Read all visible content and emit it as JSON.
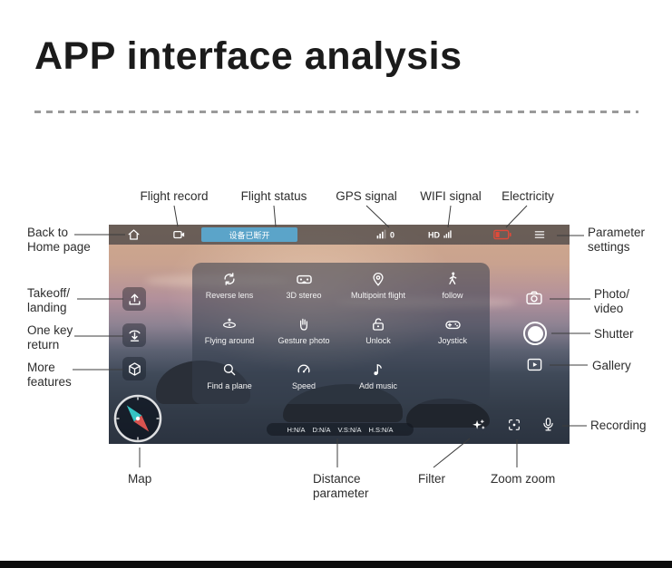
{
  "page": {
    "title": "APP interface analysis"
  },
  "colors": {
    "battery": "#e04a3a",
    "status-pill": "#5ba4c9",
    "compass-n": "#35c4c4",
    "compass-s": "#d9534f"
  },
  "callouts": {
    "top": [
      "Flight record",
      "Flight status",
      "GPS signal",
      "WIFI signal",
      "Electricity"
    ],
    "back_home": [
      "Back to",
      "Home page"
    ],
    "takeoff": [
      "Takeoff/",
      "landing"
    ],
    "one_key": [
      "One key",
      "return"
    ],
    "more": [
      "More",
      "features"
    ],
    "param": [
      "Parameter",
      "settings"
    ],
    "photo_video": [
      "Photo/",
      "video"
    ],
    "shutter": "Shutter",
    "gallery": "Gallery",
    "recording": "Recording",
    "map": "Map",
    "distance": [
      "Distance",
      "parameter"
    ],
    "filter": "Filter",
    "zoom": "Zoom zoom"
  },
  "app": {
    "status_bar": {
      "device_status": "设备已断开",
      "gps_value": "0",
      "hd_label": "HD"
    },
    "menu_rows": [
      [
        "Reverse lens",
        "3D stereo",
        "Multipoint flight",
        "follow"
      ],
      [
        "Flying around",
        "Gesture photo",
        "Unlock",
        "Joystick"
      ],
      [
        "Find a plane",
        "Speed",
        "Add music"
      ]
    ],
    "telemetry": [
      "H:N/A",
      "D:N/A",
      "V.S:N/A",
      "H.S:N/A"
    ]
  },
  "icons": [
    "home-icon",
    "flight-record-icon",
    "gps-signal-icon",
    "wifi-signal-icon",
    "battery-icon",
    "parameter-settings-icon",
    "takeoff-landing-icon",
    "one-key-return-icon",
    "more-features-icon",
    "reverse-lens-icon",
    "3d-stereo-icon",
    "multipoint-flight-icon",
    "follow-icon",
    "flying-around-icon",
    "gesture-photo-icon",
    "unlock-icon",
    "joystick-icon",
    "find-a-plane-icon",
    "speed-icon",
    "add-music-icon",
    "photo-video-icon",
    "shutter-button",
    "gallery-icon",
    "filter-icon",
    "zoom-icon",
    "microphone-icon",
    "map-compass-icon"
  ]
}
